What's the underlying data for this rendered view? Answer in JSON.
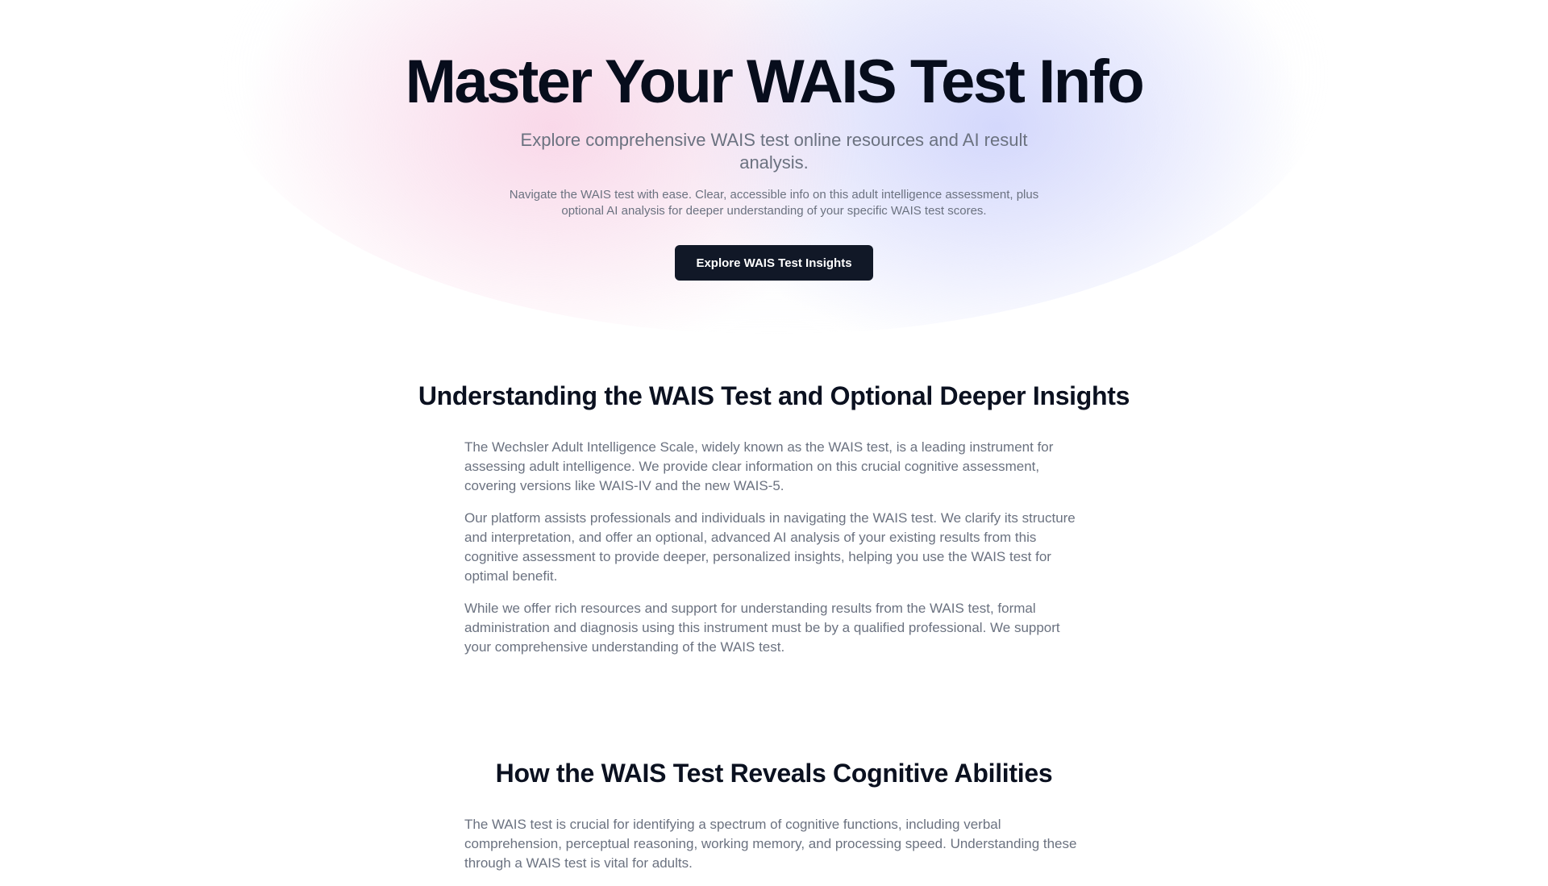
{
  "hero": {
    "title": "Master Your WAIS Test Info",
    "subtitle": "Explore comprehensive WAIS test online resources and AI result analysis.",
    "description": "Navigate the WAIS test with ease. Clear, accessible info on this adult intelligence assessment, plus optional AI analysis for deeper understanding of your specific WAIS test scores.",
    "cta_label": "Explore WAIS Test Insights"
  },
  "sections": [
    {
      "heading": "Understanding the WAIS Test and Optional Deeper Insights",
      "paragraphs": [
        "The Wechsler Adult Intelligence Scale, widely known as the WAIS test, is a leading instrument for assessing adult intelligence. We provide clear information on this crucial cognitive assessment, covering versions like WAIS-IV and the new WAIS-5.",
        "Our platform assists professionals and individuals in navigating the WAIS test. We clarify its structure and interpretation, and offer an optional, advanced AI analysis of your existing results from this cognitive assessment to provide deeper, personalized insights, helping you use the WAIS test for optimal benefit.",
        "While we offer rich resources and support for understanding results from the WAIS test, formal administration and diagnosis using this instrument must be by a qualified professional. We support your comprehensive understanding of the WAIS test."
      ]
    },
    {
      "heading": "How the WAIS Test Reveals Cognitive Abilities",
      "paragraphs": [
        "The WAIS test is crucial for identifying a spectrum of cognitive functions, including verbal comprehension, perceptual reasoning, working memory, and processing speed. Understanding these through a WAIS test is vital for adults."
      ]
    }
  ],
  "colors": {
    "primary": "#111827",
    "muted_text": "#6b7280",
    "glow_pink": "#f9cde2",
    "glow_blue": "#cdd2fc"
  }
}
